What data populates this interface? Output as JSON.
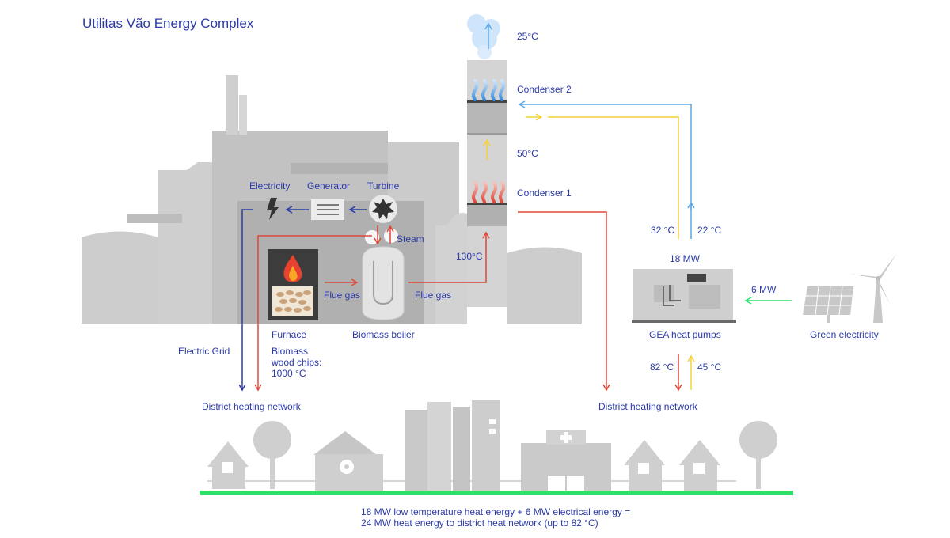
{
  "title": "Utilitas Vão Energy Complex",
  "colors": {
    "text": "#2b3aa8",
    "electric": "#2b3aa8",
    "hot": "#e0473a",
    "warm": "#f7d23a",
    "cool": "#5aa8e6",
    "green_line": "#2ee06a",
    "building": "#c8c8c8",
    "building_dark": "#a8a8a8"
  },
  "labels": {
    "temp_top": "25°C",
    "condenser2": "Condenser 2",
    "temp_mid": "50°C",
    "condenser1": "Condenser 1",
    "temp_flue": "130°C",
    "electricity": "Electricity",
    "generator": "Generator",
    "turbine": "Turbine",
    "steam": "Steam",
    "flue_gas_1": "Flue gas",
    "flue_gas_2": "Flue gas",
    "furnace": "Furnace",
    "biomass_boiler": "Biomass boiler",
    "electric_grid": "Electric Grid",
    "biomass": "Biomass\nwood chips:\n1000 °C",
    "district_left": "District heating network",
    "district_right": "District heating network",
    "temp_32": "32 °C",
    "temp_22": "22 °C",
    "mw18": "18 MW",
    "mw6": "6 MW",
    "gea": "GEA heat pumps",
    "green_electricity": "Green electricity",
    "temp_82": "82 °C",
    "temp_45": "45 °C"
  },
  "footer": {
    "line1": "18 MW low temperature heat energy + 6 MW electrical energy =",
    "line2": "24 MW heat energy to district heat network (up to 82 °C)"
  },
  "icons": {
    "lightning": "lightning-icon",
    "generator": "generator-icon",
    "turbine": "turbine-icon",
    "fire": "fire-icon",
    "solar": "solar-panel-icon",
    "wind": "wind-turbine-icon"
  }
}
